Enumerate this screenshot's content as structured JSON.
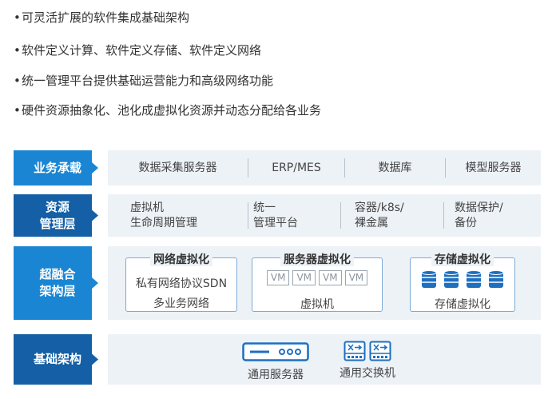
{
  "colors": {
    "label_light": "#1a86d3",
    "label_dark": "#145fa5",
    "panel": "#edf2f7",
    "icon_blue": "#1d6fc0"
  },
  "bullets": [
    "可灵活扩展的软件集成基础架构",
    "软件定义计算、软件定义存储、软件定义网络",
    "统一管理平台提供基础运营能力和高级网络功能",
    "硬件资源抽象化、池化成虚拟化资源并动态分配给各业务"
  ],
  "layers": {
    "business": {
      "label": "业务承载",
      "items": [
        "数据采集服务器",
        "ERP/MES",
        "数据库",
        "模型服务器"
      ]
    },
    "resource": {
      "label_lines": [
        "资源",
        "管理层"
      ],
      "items": [
        {
          "line1": "虚拟机",
          "line2": "生命周期管理"
        },
        {
          "line1": "统一",
          "line2": "管理平台"
        },
        {
          "line1": "容器/k8s/",
          "line2": "裸金属"
        },
        {
          "line1": "数据保护/",
          "line2": "备份"
        }
      ]
    },
    "hci": {
      "label_lines": [
        "超融合",
        "架构层"
      ],
      "network": {
        "title": "网络虚拟化",
        "line1": "私有网络协议SDN",
        "line2": "多业务网络"
      },
      "server": {
        "title": "服务器虚拟化",
        "vm_label": "VM",
        "caption": "虚拟机"
      },
      "storage": {
        "title": "存储虚拟化",
        "caption": "存储虚拟化"
      }
    },
    "infra": {
      "label": "基础架构",
      "server_caption": "通用服务器",
      "switch_caption": "通用交换机"
    }
  }
}
